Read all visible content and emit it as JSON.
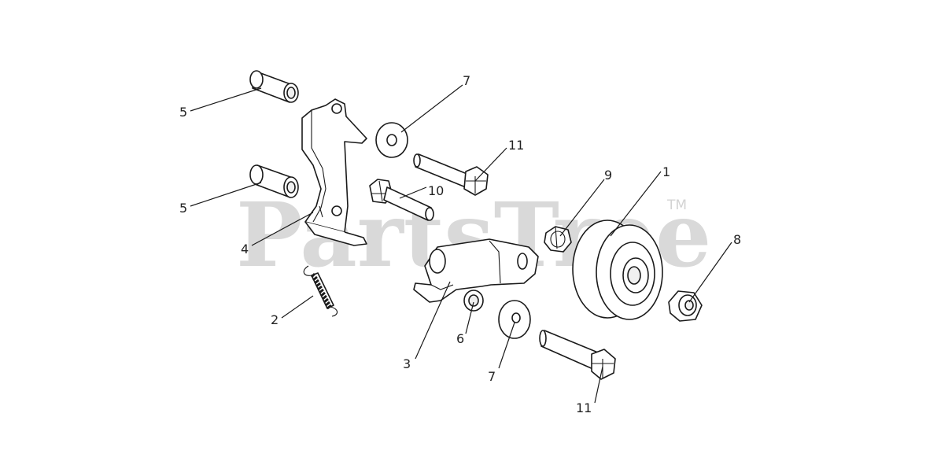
{
  "watermark": {
    "text": "PartsTree",
    "trademark": "TM"
  },
  "callouts": [
    {
      "id": "c5a",
      "label": "5"
    },
    {
      "id": "c5b",
      "label": "5"
    },
    {
      "id": "c4",
      "label": "4"
    },
    {
      "id": "c2",
      "label": "2"
    },
    {
      "id": "c7a",
      "label": "7"
    },
    {
      "id": "c11a",
      "label": "11"
    },
    {
      "id": "c10",
      "label": "10"
    },
    {
      "id": "c9",
      "label": "9"
    },
    {
      "id": "c1",
      "label": "1"
    },
    {
      "id": "c8",
      "label": "8"
    },
    {
      "id": "c3",
      "label": "3"
    },
    {
      "id": "c6",
      "label": "6"
    },
    {
      "id": "c7b",
      "label": "7"
    },
    {
      "id": "c11b",
      "label": "11"
    }
  ]
}
